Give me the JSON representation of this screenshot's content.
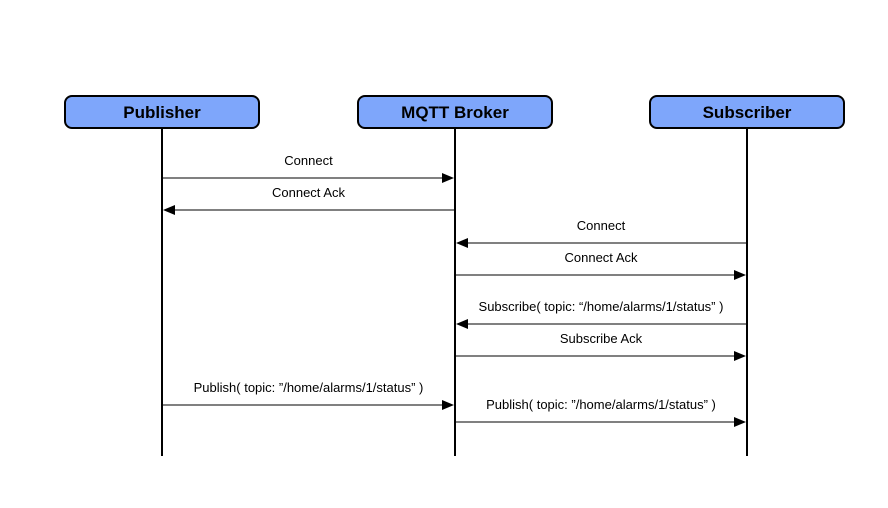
{
  "participants": [
    {
      "id": "publisher",
      "label": "Publisher"
    },
    {
      "id": "broker",
      "label": "MQTT Broker"
    },
    {
      "id": "subscriber",
      "label": "Subscriber"
    }
  ],
  "messages": [
    {
      "from": "publisher",
      "to": "broker",
      "label": "Connect"
    },
    {
      "from": "broker",
      "to": "publisher",
      "label": "Connect Ack"
    },
    {
      "from": "subscriber",
      "to": "broker",
      "label": "Connect"
    },
    {
      "from": "broker",
      "to": "subscriber",
      "label": "Connect Ack"
    },
    {
      "from": "subscriber",
      "to": "broker",
      "label": "Subscribe( topic: “/home/alarms/1/status” )"
    },
    {
      "from": "broker",
      "to": "subscriber",
      "label": "Subscribe Ack"
    },
    {
      "from": "publisher",
      "to": "broker",
      "label": "Publish( topic: ”/home/alarms/1/status” )"
    },
    {
      "from": "broker",
      "to": "subscriber",
      "label": "Publish( topic: ”/home/alarms/1/status” )"
    }
  ],
  "colors": {
    "participant_fill": "#7ea6fb",
    "stroke": "#000000"
  }
}
